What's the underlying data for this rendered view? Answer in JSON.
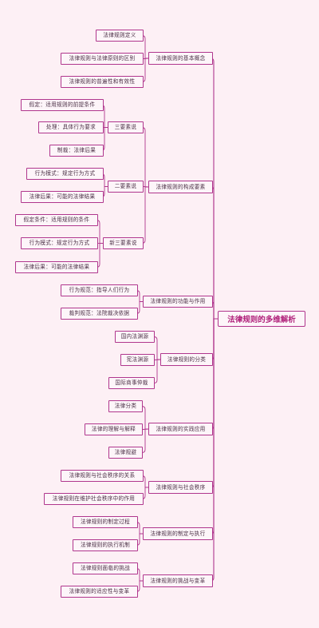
{
  "root": {
    "label": "法律规则的多维解析"
  },
  "branches": {
    "b1": {
      "label": "法律规则的基本概念",
      "items": [
        "法律规则定义",
        "法律规则与法律原则的区别",
        "法律规则的普遍性和有效性"
      ]
    },
    "b2": {
      "label": "法律规则的构成要素",
      "s1": {
        "label": "三要素说",
        "items": [
          "假定：适用规则的前提条件",
          "处理：具体行为要求",
          "制裁：法律后果"
        ]
      },
      "s2": {
        "label": "二要素说",
        "items": [
          "行为模式：规定行为方式",
          "法律后果：可能的法律结果"
        ]
      },
      "s3": {
        "label": "新三要素说",
        "items": [
          "假定条件：适用规则的条件",
          "行为模式：规定行为方式",
          "法律后果：可能的法律结果"
        ]
      }
    },
    "b3": {
      "label": "法律规则的功能与作用",
      "items": [
        "行为规范：指导人们行为",
        "裁判规范：法院裁决依据"
      ]
    },
    "b4": {
      "label": "法律规则的分类",
      "items": [
        "国内法渊源",
        "宪法渊源",
        "国际商事仲裁"
      ]
    },
    "b5": {
      "label": "法律规则的实践应用",
      "items": [
        "法律分类",
        "法律的理解与解释",
        "法律规避"
      ]
    },
    "b6": {
      "label": "法律规则与社会秩序",
      "items": [
        "法律规则与社会秩序的关系",
        "法律规则在维护社会秩序中的作用"
      ]
    },
    "b7": {
      "label": "法律规则的制定与执行",
      "items": [
        "法律规则的制定过程",
        "法律规则的执行机制"
      ]
    },
    "b8": {
      "label": "法律规则的挑战与变革",
      "items": [
        "法律规则面临的挑战",
        "法律规则的适应性与变革"
      ]
    }
  },
  "colors": {
    "line": "#b0368d",
    "background": "#fdf0f5",
    "node_fill": "#fdf5f9",
    "root_text": "#b0207a"
  }
}
